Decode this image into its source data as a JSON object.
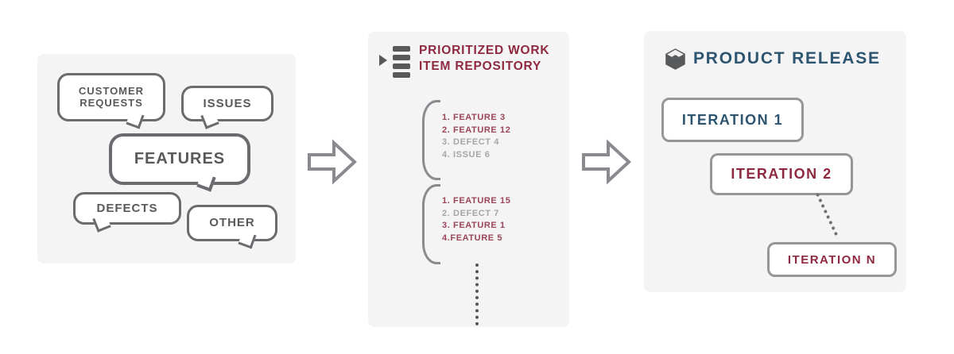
{
  "colors": {
    "page-bg": "#ffffff",
    "panel-bg": "#f4f4f5",
    "bubble-border": "#6a6b6e",
    "bubble-text": "#58595b",
    "maroon": "#8e2940",
    "list-red": "#9d4558",
    "list-gray": "#a6a6a8",
    "blue": "#2e5570",
    "shape-gray": "#8a8b8e",
    "dots-dark": "#555658",
    "box-border": "#949698"
  },
  "left_panel": {
    "bubbles": [
      {
        "label": "CUSTOMER\nREQUESTS"
      },
      {
        "label": "ISSUES"
      },
      {
        "label": "FEATURES"
      },
      {
        "label": "DEFECTS"
      },
      {
        "label": "OTHER"
      }
    ]
  },
  "middle_panel": {
    "icon": "playlist-icon",
    "title_line1": "PRIORITIZED WORK",
    "title_line2": "ITEM REPOSITORY",
    "groups": [
      {
        "items": [
          {
            "text": "1. FEATURE 3",
            "tone": "red"
          },
          {
            "text": "2. FEATURE 12",
            "tone": "red"
          },
          {
            "text": "3. DEFECT 4",
            "tone": "gray"
          },
          {
            "text": "4. ISSUE 6",
            "tone": "gray"
          }
        ]
      },
      {
        "items": [
          {
            "text": "1. FEATURE 15",
            "tone": "red"
          },
          {
            "text": "2. DEFECT 7",
            "tone": "gray"
          },
          {
            "text": "3. FEATURE 1",
            "tone": "red"
          },
          {
            "text": "4.FEATURE 5",
            "tone": "red"
          }
        ]
      }
    ]
  },
  "right_panel": {
    "icon": "cube-icon",
    "title": "PRODUCT RELEASE",
    "iterations": [
      {
        "label": "ITERATION 1",
        "tone": "blue"
      },
      {
        "label": "ITERATION 2",
        "tone": "maroon"
      },
      {
        "label": "ITERATION N",
        "tone": "maroon"
      }
    ]
  }
}
